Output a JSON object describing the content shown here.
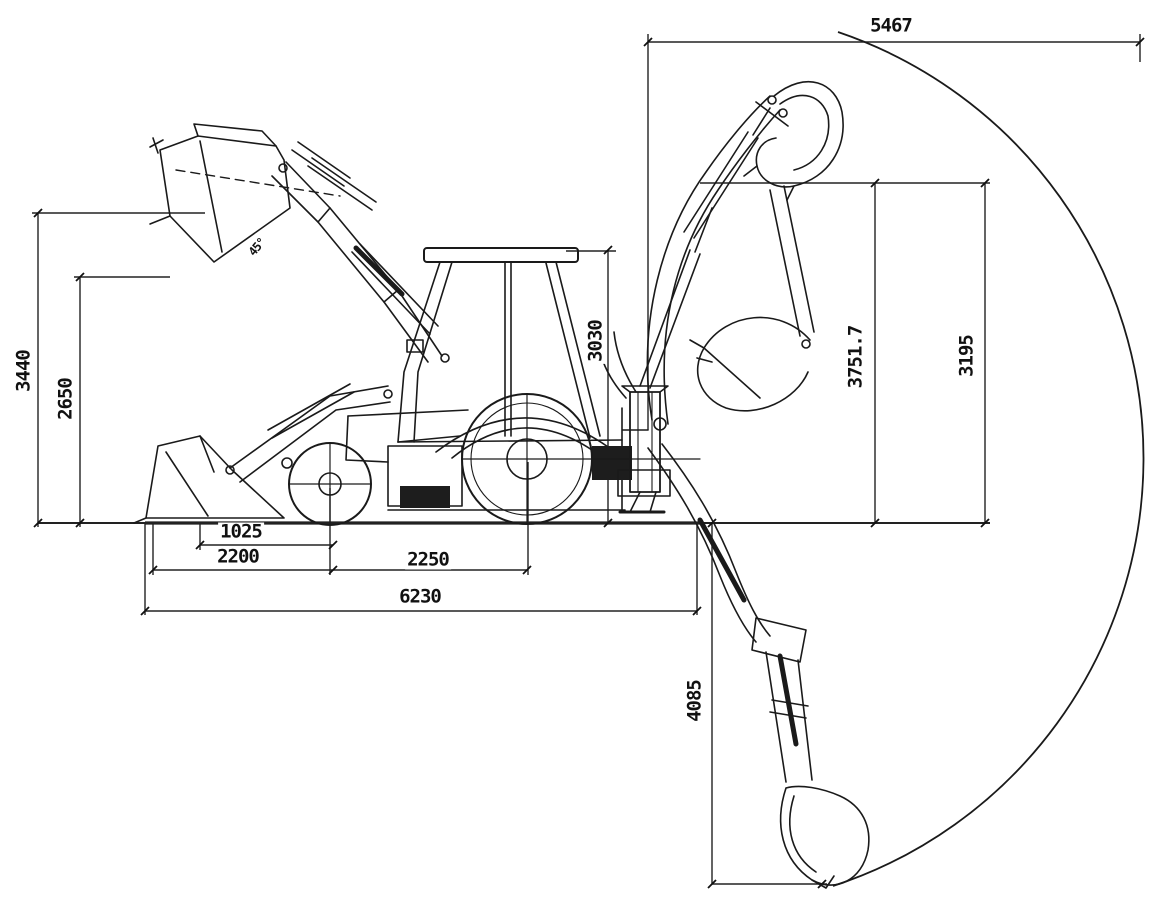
{
  "diagram": {
    "subject": "backhoe-loader-dimension-drawing-side-view",
    "colors": {
      "line": "#1a1a1a",
      "background": "#ffffff"
    },
    "labels": {
      "dim_5467": "5467",
      "dim_3440": "3440",
      "dim_2650": "2650",
      "dim_3030": "3030",
      "angle_45": "45°",
      "dim_3751_7": "3751.7",
      "dim_3195": "3195",
      "dim_1025": "1025",
      "dim_2200": "2200",
      "dim_2250": "2250",
      "dim_6230": "6230",
      "dim_4085": "4085"
    }
  }
}
